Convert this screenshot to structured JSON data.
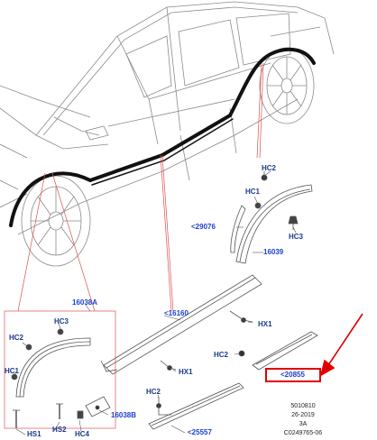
{
  "labels": {
    "hc2_top": "HC2",
    "hc1_top": "HC1",
    "p29076": "<29076",
    "hc3_top": "HC3",
    "p16039": "16039",
    "p16038A": "16038A",
    "p16160": "<16160",
    "hx1_upper": "HX1",
    "hx1_lower": "HX1",
    "hc3_left": "HC3",
    "hc2_left": "HC2",
    "hc1_left": "HC1",
    "hs1": "HS1",
    "hs2": "HS2",
    "hc4": "HC4",
    "p16038B": "16038B",
    "hc2_bottom": "HC2",
    "p25557": "<25557",
    "hc2_right": "HC2",
    "p20855": "<20855"
  },
  "metadata": {
    "line1": "5010810",
    "line2": "26-2019",
    "line3": "3A",
    "line4": "C0249765-06"
  },
  "colors": {
    "part_label": "#1a3fd0",
    "callout_line": "#e05050",
    "highlight": "#e00000",
    "drawing": "#555555"
  }
}
